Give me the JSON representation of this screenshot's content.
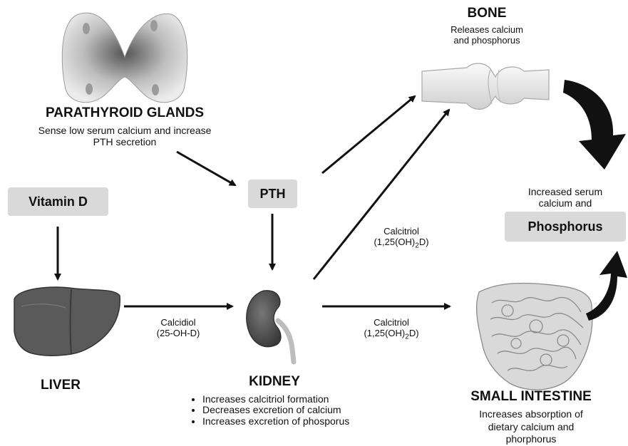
{
  "parathyroid": {
    "title": "PARATHYROID GLANDS",
    "desc_line1": "Sense low serum calcium and increase",
    "desc_line2": "PTH secretion"
  },
  "bone": {
    "title": "BONE",
    "desc_line1": "Releases calcium",
    "desc_line2": "and phosphorus"
  },
  "vitamin_d": {
    "label": "Vitamin D"
  },
  "pth": {
    "label": "PTH"
  },
  "serum": {
    "line1": "Increased serum",
    "line2": "calcium and",
    "box_label": "Phosphorus"
  },
  "liver": {
    "title": "LIVER"
  },
  "kidney": {
    "title": "KIDNEY",
    "bullets": [
      "Increases calcitriol formation",
      "Decreases excretion of calcium",
      "Increases excretion of phosporus"
    ]
  },
  "intestine": {
    "title": "SMALL INTESTINE",
    "desc_line1": "Increases absorption of",
    "desc_line2": "dietary calcium and",
    "desc_line3": "phorphorus"
  },
  "arrow_labels": {
    "calcidiol_name": "Calcidiol",
    "calcidiol_formula": "(25-OH-D)",
    "calcitriol_upper_name": "Calcitriol",
    "calcitriol_upper_formula_pre": "(1,25(OH)",
    "calcitriol_upper_formula_sub": "2",
    "calcitriol_upper_formula_post": "D)",
    "calcitriol_lower_name": "Calcitriol",
    "calcitriol_lower_formula_pre": "(1,25(OH)",
    "calcitriol_lower_formula_sub": "2",
    "calcitriol_lower_formula_post": "D)"
  },
  "colors": {
    "box_fill": "#d9d9d9",
    "arrow": "#111111",
    "organ_dark": "#5a5a5a",
    "organ_light": "#e6e6e6"
  }
}
